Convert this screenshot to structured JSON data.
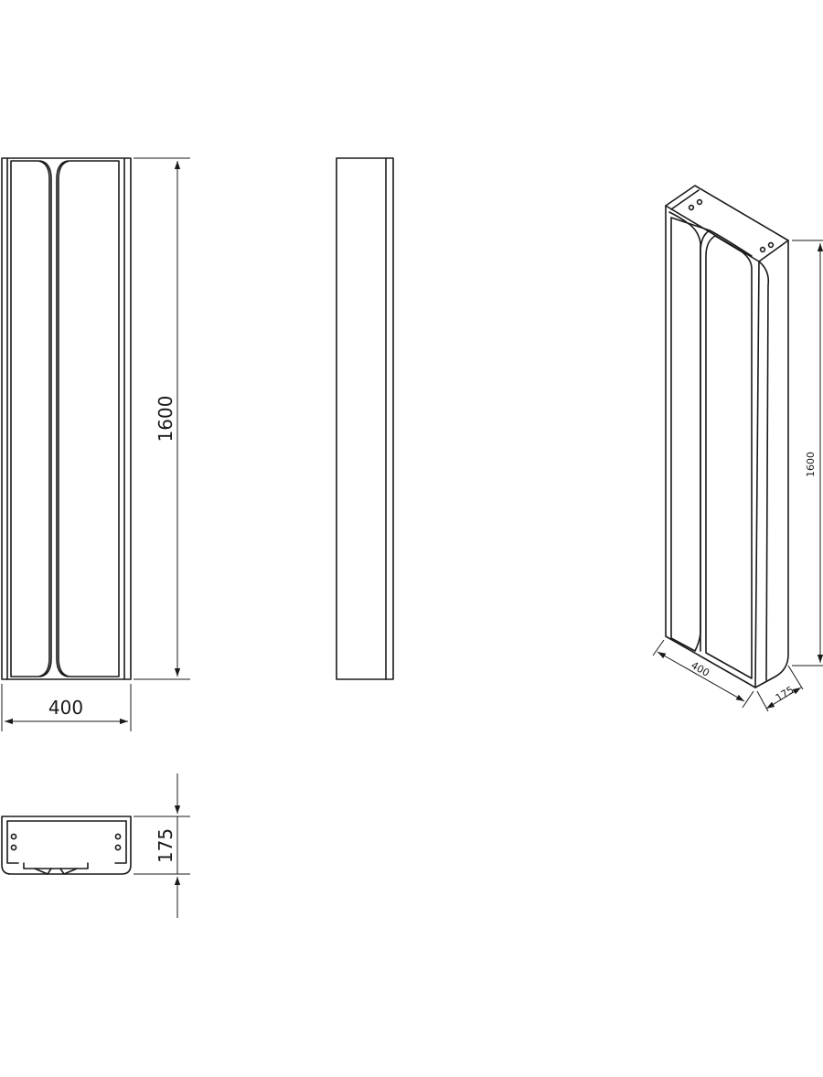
{
  "front_view": {
    "width_label": "400",
    "height_label": "1600"
  },
  "side_view": {},
  "top_view": {
    "depth_label": "175"
  },
  "iso_view": {
    "width_label": "400",
    "depth_label": "175",
    "height_label": "1600"
  },
  "colors": {
    "line": "#1a1a1a",
    "background": "#ffffff"
  }
}
